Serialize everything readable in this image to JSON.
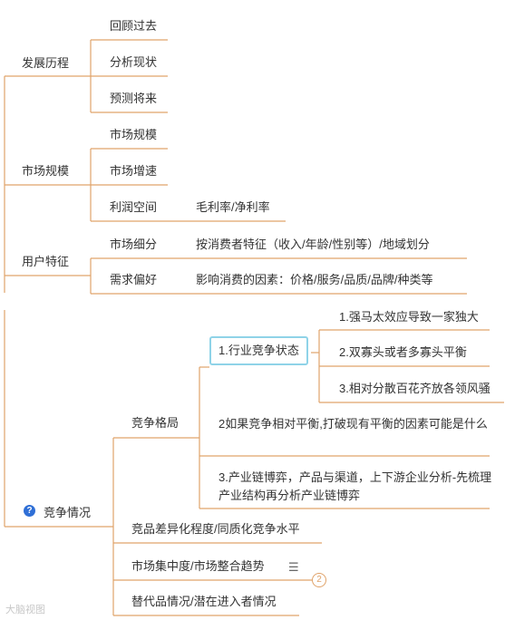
{
  "colors": {
    "line": "#e0a36a",
    "selection": "#8fd3e8",
    "help_icon": "#2f6fd6"
  },
  "nodes": {
    "history": {
      "label": "发展历程",
      "children": [
        "回顾过去",
        "分析现状",
        "预测将来"
      ]
    },
    "scale": {
      "label": "市场规模",
      "children": [
        "市场规模",
        "市场增速",
        "利润空间"
      ],
      "profit_detail": "毛利率/净利率"
    },
    "user": {
      "label": "用户特征",
      "segment": {
        "label": "市场细分",
        "detail": "按消费者特征（收入/年龄/性别等）/地域划分"
      },
      "preference": {
        "label": "需求偏好",
        "detail": "影响消费的因素：价格/服务/品质/品牌/种类等"
      }
    },
    "competition": {
      "label": "竞争情况",
      "icon": "question-icon",
      "pattern": {
        "label": "竞争格局",
        "state": {
          "label": "1.行业竞争状态",
          "items": [
            "1.强马太效应导致一家独大",
            "2.双寡头或者多寡头平衡",
            "3.相对分散百花齐放各领风骚"
          ]
        },
        "balance": "2如果竞争相对平衡,打破现有平衡的因素可能是什么",
        "chain": "3.产业链博弈，产品与渠道，上下游企业分析-先梳理产业结构再分析产业链博弈"
      },
      "diff": "竞品差异化程度/同质化竞争水平",
      "concentration": "市场集中度/市场整合趋势",
      "collapsed_count": "2",
      "substitutes": "替代品情况/潜在进入者情况"
    }
  },
  "watermark": "大脑视图"
}
